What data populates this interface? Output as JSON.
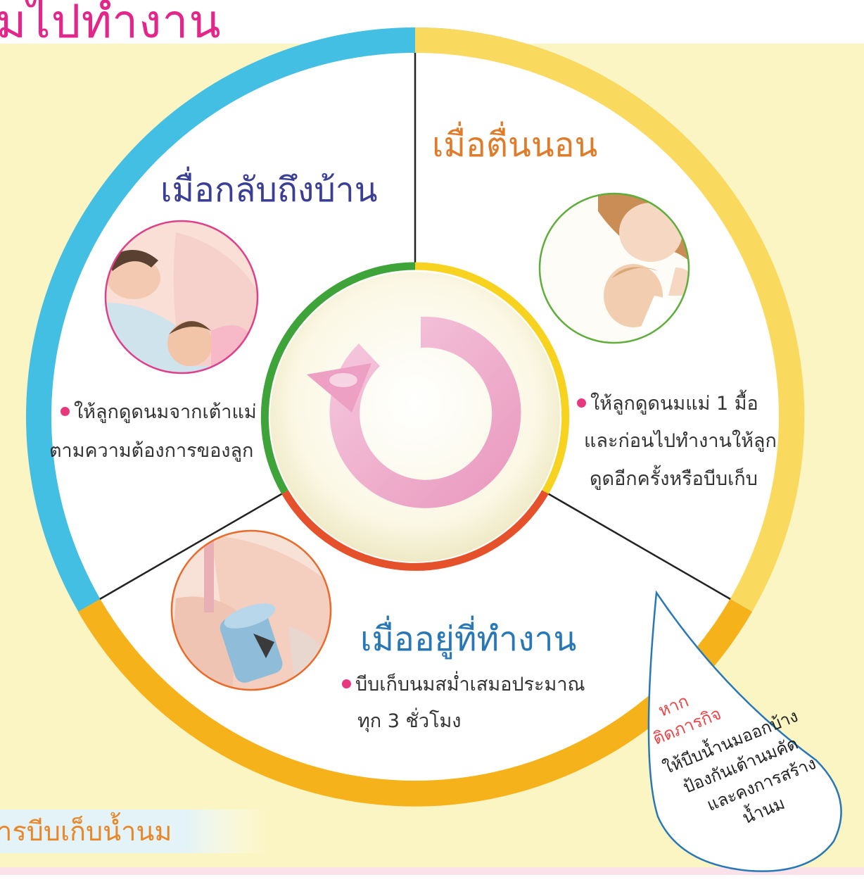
{
  "title": "มไปทำงาน",
  "sections": {
    "home": {
      "title": "เมื่อกลับถึงบ้าน",
      "lines": [
        "ให้ลูกดูดนมจากเต้าแม่",
        "ตามความต้องการของลูก"
      ]
    },
    "wake": {
      "title": "เมื่อตื่นนอน",
      "lines": [
        "ให้ลูกดูดนมแม่ 1 มื้อ",
        "และก่อนไปทำงานให้ลูก",
        "ดูดอีกครั้งหรือบีบเก็บ"
      ]
    },
    "work": {
      "title": "เมื่ออยู่ที่ทำงาน",
      "lines": [
        "บีบเก็บนมสม่ำเสมอประมาณ",
        "ทุก 3 ชั่วโมง"
      ]
    }
  },
  "drop": {
    "heading1": "หาก",
    "heading2": "ติดภารกิจ",
    "lines": [
      "ให้บีบน้ำนมออกบ้าง",
      "ป้องกันเต้านมคัด",
      "และคงการสร้าง",
      "น้ำนม"
    ]
  },
  "bottom_label": "ารบีบเก็บน้ำนม",
  "icons": {
    "cycle": "circular-arrow-icon",
    "bullet": "pink-dot-icon",
    "home_illustration": "mother-sleeping-with-baby-illustration",
    "wake_illustration": "mother-kissing-baby-illustration",
    "work_illustration": "breast-pump-illustration"
  },
  "colors": {
    "blue_ring": "#43bfe3",
    "yellow_ring": "#fad95f",
    "orange_ring": "#f6b21b",
    "inner_green": "#3ea43a",
    "inner_yellow": "#f7d21e",
    "inner_red": "#e5512a",
    "arrow_pink": "#eda9c8",
    "title_pink": "#e2268a"
  }
}
